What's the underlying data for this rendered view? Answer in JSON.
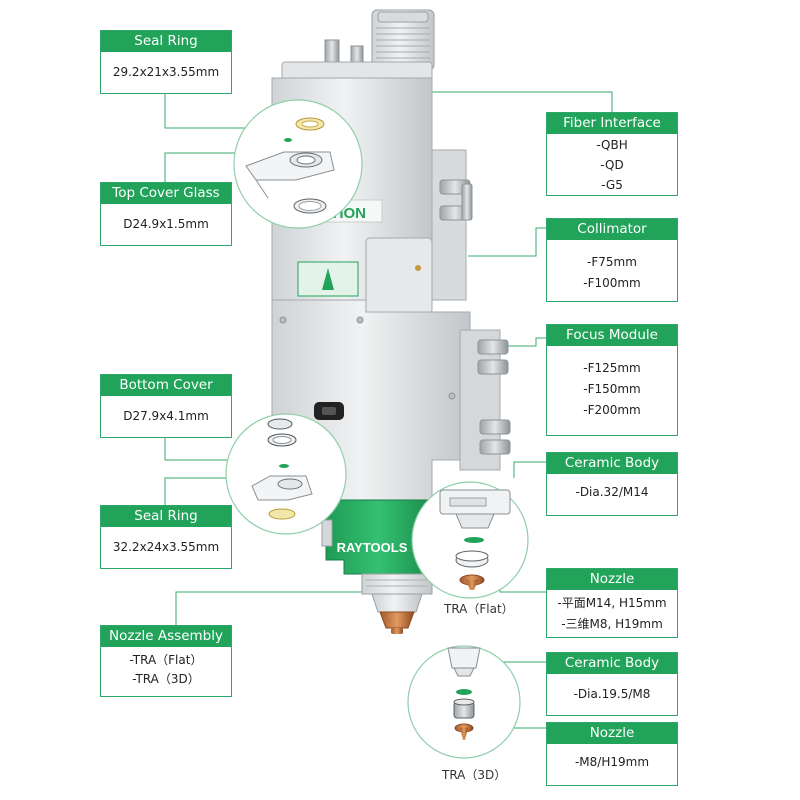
{
  "colors": {
    "accent": "#22a35a",
    "leader": "#3aa86e"
  },
  "left_boxes": {
    "seal_ring_top": {
      "title": "Seal Ring",
      "value": "29.2x21x3.55mm"
    },
    "top_cover_glass": {
      "title": "Top Cover Glass",
      "value": "D24.9x1.5mm"
    },
    "bottom_cover_glass": {
      "title": "Bottom Cover Glass",
      "value": "D27.9x4.1mm"
    },
    "seal_ring_bottom": {
      "title": "Seal Ring",
      "value": "32.2x24x3.55mm"
    },
    "nozzle_assembly": {
      "title": "Nozzle Assembly",
      "items": [
        "-TRA（Flat）",
        "-TRA（3D）"
      ]
    }
  },
  "right_boxes": {
    "fiber_interface": {
      "title": "Fiber Interface",
      "items": [
        "-QBH",
        "-QD",
        "-G5"
      ]
    },
    "collimator": {
      "title": "Collimator",
      "items": [
        "-F75mm",
        "-F100mm"
      ]
    },
    "focus_module": {
      "title": "Focus Module",
      "items": [
        "-F125mm",
        "-F150mm",
        "-F200mm"
      ]
    },
    "ceramic_body_flat": {
      "title": "Ceramic Body",
      "value": "-Dia.32/M14"
    },
    "nozzle_flat": {
      "title": "Nozzle",
      "items": [
        "-平面M14, H15mm",
        "-三维M8, H19mm"
      ]
    },
    "ceramic_body_3d": {
      "title": "Ceramic Body",
      "value": "-Dia.19.5/M8"
    },
    "nozzle_3d": {
      "title": "Nozzle",
      "value": "-M8/H19mm"
    }
  },
  "product": {
    "brand_logo": "RAYTOOLS",
    "side_logo": "MOTION"
  },
  "captions": {
    "tra_flat": "TRA（Flat）",
    "tra_3d": "TRA（3D）"
  },
  "icons": [
    "seal-ring-icon",
    "cover-glass-icon",
    "cutting-head-icon",
    "nozzle-icon",
    "ceramic-body-icon"
  ]
}
